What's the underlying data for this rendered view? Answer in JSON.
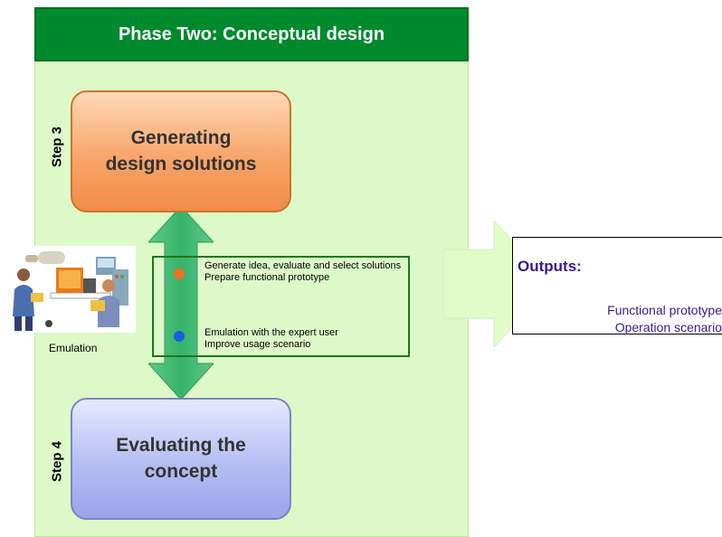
{
  "phase": {
    "title": "Phase Two: Conceptual design"
  },
  "steps": [
    {
      "label": "Step 3",
      "title": "Generating design solutions"
    },
    {
      "label": "Step 4",
      "title": "Evaluating the concept"
    }
  ],
  "illustration": {
    "caption": "Emulation"
  },
  "activities": [
    {
      "marker_color": "#f07020",
      "lines": [
        "Generate idea, evaluate and select solutions",
        "Prepare functional prototype"
      ]
    },
    {
      "marker_color": "#1a5fe0",
      "lines": [
        "Emulation with the expert user",
        "Improve usage scenario"
      ]
    }
  ],
  "outputs": {
    "title": "Outputs:",
    "items": [
      "Functional prototype",
      "Operation scenario"
    ]
  },
  "colors": {
    "header": "#008a2e",
    "panel": "#ddf9c8",
    "step3": "#f8a56a",
    "step4": "#b4bdf2",
    "arrow": "#3cb86e",
    "outputs_text": "#3b1a8c"
  }
}
